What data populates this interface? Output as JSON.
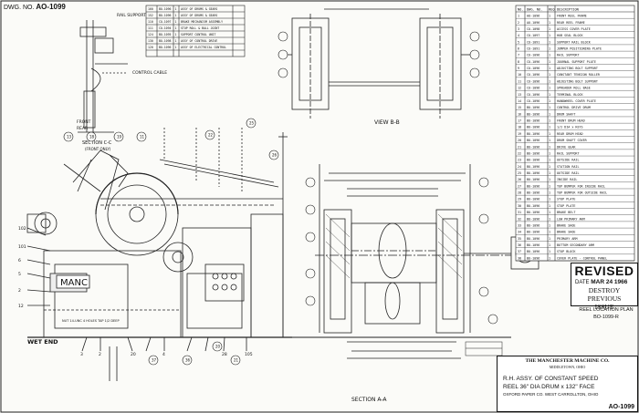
{
  "drawing_no_label": "DWG. NO.",
  "drawing_no": "AO-1099",
  "section_cc_title": "SECTION C-C",
  "section_cc_note": "(FRONT ONLY)",
  "section_aa": "SECTION A-A",
  "view_bb": "VIEW B-B",
  "control_cable": "CONTROL CABLE",
  "rail_support": "RAIL SUPPORT",
  "manc_label": "MANC",
  "front_label": "FRONT",
  "rear_label": "REAR",
  "wet_end": "WET END",
  "nut_note": "NUT 14-UNC 4 HOLES TAP 1/2 DEEP",
  "revised": {
    "title": "REVISED",
    "date_label": "DATE",
    "date_stamp": "MAR 24 1966",
    "line1": "DESTROY PREVIOUS",
    "line2": "ISSUE"
  },
  "reel_plan": {
    "label": "REEL LOCATION PLAN",
    "number": "BO-1099-R"
  },
  "title_block": {
    "company": "THE MANCHESTER MACHINE CO.",
    "city": "MIDDLETOWN, OHIO",
    "line1": "R.H. ASSY. OF CONSTANT SPEED",
    "line2": "REEL  36\" DIA DRUM x 132\" FACE",
    "line3": "OXFORD PAPER CO.  WEST CARROLLTON, OHIO",
    "dwg": "AO-1099"
  },
  "small_table": {
    "rows": [
      [
        "160",
        "BO-1096",
        "1",
        "ASSY OF DRUMS & GEARS"
      ],
      [
        "152",
        "BO-1096",
        "1",
        "ASSY OF DRUMS & GEARS"
      ],
      [
        "110",
        "CO-1097",
        "1",
        "BRAKE MECHANISM ASSEMBLY"
      ],
      [
        "111",
        "CO-1094",
        "1",
        "STOP ROLL & BALL JOINT"
      ],
      [
        "124",
        "BO-1095",
        "1",
        "SUPPORT CONTROL UNIT"
      ],
      [
        "130",
        "BO-1098",
        "1",
        "ASSY OF CONTROL DRIVE"
      ],
      [
        "120",
        "BO-1096",
        "1",
        "ASSY OF ELECTRICAL CONTROL"
      ]
    ]
  },
  "bom": {
    "headers": [
      "NO.",
      "DWG. NO.",
      "REQ",
      "DESCRIPTION"
    ],
    "rows": [
      [
        "1",
        "AO-1096",
        "1",
        "FRONT REEL FRAME"
      ],
      [
        "2",
        "AO-1096",
        "1",
        "REAR REEL FRAME"
      ],
      [
        "3",
        "CO-1098",
        "1",
        "ACCESS COVER PLATE"
      ],
      [
        "4",
        "CO-1097",
        "1",
        "HUB SEAL BLOCK"
      ],
      [
        "5",
        "CO-1091",
        "1",
        "SUPPORT RAIL BLOCK"
      ],
      [
        "6",
        "CO-1091",
        "1",
        "JUMPER POSITIONING PLATE"
      ],
      [
        "7",
        "CO-1096",
        "1",
        "RAIL SUPPORT"
      ],
      [
        "8",
        "CO-1096",
        "1",
        "JOURNAL SUPPORT PLATE"
      ],
      [
        "9",
        "CO-1096",
        "1",
        "ADJUSTING BOLT SUPPORT"
      ],
      [
        "10",
        "CO-1096",
        "1",
        "CONSTANT TENSION ROLLER"
      ],
      [
        "11",
        "CO-1096",
        "1",
        "ADJUSTING BOLT SUPPORT"
      ],
      [
        "12",
        "CO-1096",
        "1",
        "SPREADER ROLL BASE"
      ],
      [
        "13",
        "CO-1096",
        "1",
        "TERMINAL BLOCK"
      ],
      [
        "14",
        "CO-1096",
        "1",
        "HANDWHEEL COVER PLATE"
      ],
      [
        "15",
        "BO-1096",
        "1",
        "CONTROL DRIVE DRUM"
      ],
      [
        "16",
        "BO-1096",
        "1",
        "DRUM SHAFT"
      ],
      [
        "17",
        "BO-1096",
        "1",
        "FRONT DRUM HEAD"
      ],
      [
        "18",
        "BO-1096",
        "1",
        "1/2 DIA x KEYS"
      ],
      [
        "19",
        "BO-1096",
        "1",
        "REAR DRUM HEAD"
      ],
      [
        "20",
        "BO-1096",
        "1",
        "DRUM SHAFT COVER"
      ],
      [
        "21",
        "BO-1096",
        "1",
        "DRIVE GEAR"
      ],
      [
        "22",
        "BO-1096",
        "1",
        "RAIL SUPPORT"
      ],
      [
        "23",
        "BO-1096",
        "1",
        "OUTSIDE RAIL"
      ],
      [
        "24",
        "BO-1096",
        "1",
        "STATION RAIL"
      ],
      [
        "25",
        "BO-1096",
        "1",
        "OUTSIDE RAIL"
      ],
      [
        "26",
        "BO-1096",
        "1",
        "INSIDE RAIL"
      ],
      [
        "27",
        "BO-1096",
        "1",
        "TOP BUMPER FOR INSIDE RAIL"
      ],
      [
        "28",
        "BO-1096",
        "1",
        "TOP BUMPER FOR OUTSIDE RAIL"
      ],
      [
        "29",
        "BO-1096",
        "1",
        "STOP PLATE"
      ],
      [
        "30",
        "BO-1096",
        "1",
        "STOP PLATE"
      ],
      [
        "31",
        "BO-1096",
        "1",
        "BRAKE BELT"
      ],
      [
        "32",
        "BO-1096",
        "1",
        "LOW PRIMARY ARM"
      ],
      [
        "33",
        "BO-1096",
        "1",
        "BRAKE SHOE"
      ],
      [
        "34",
        "BO-1096",
        "1",
        "BRAKE SHOE"
      ],
      [
        "35",
        "BO-1096",
        "1",
        "PRIMARY ARM"
      ],
      [
        "36",
        "BO-1096",
        "1",
        "BOTTOM SECONDARY ARM"
      ],
      [
        "37",
        "BO-1096",
        "1",
        "STOP BLOCK"
      ],
      [
        "38",
        "BO-1096",
        "1",
        "COVER PLATE - CONTROL PANEL"
      ]
    ]
  }
}
